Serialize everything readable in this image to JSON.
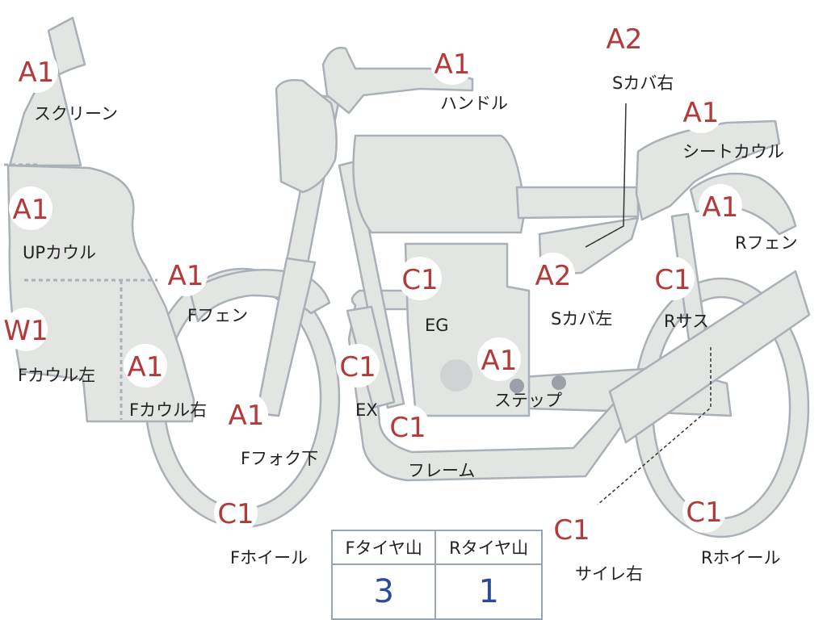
{
  "colors": {
    "part_fill": "#e3e5e3",
    "part_stroke": "#a9b0b8",
    "grade_text": "#b23a3a",
    "value_text": "#2b4a9a"
  },
  "parts": {
    "screen": {
      "grade": "A1",
      "label": "スクリーン"
    },
    "up_cowl": {
      "grade": "A1",
      "label": "UPカウル"
    },
    "f_cowl_left": {
      "grade": "W1",
      "label": "Fカウル左"
    },
    "f_cowl_right": {
      "grade": "A1",
      "label": "Fカウル右"
    },
    "f_fender": {
      "grade": "A1",
      "label": "Fフェン"
    },
    "f_fork_lower": {
      "grade": "A1",
      "label": "Fフォク下"
    },
    "f_wheel": {
      "grade": "C1",
      "label": "Fホイール"
    },
    "handle": {
      "grade": "A1",
      "label": "ハンドル"
    },
    "engine": {
      "grade": "C1",
      "label": "EG"
    },
    "exhaust": {
      "grade": "C1",
      "label": "EX"
    },
    "frame": {
      "grade": "C1",
      "label": "フレーム"
    },
    "step": {
      "grade": "A1",
      "label": "ステップ"
    },
    "side_cover_l": {
      "grade": "A2",
      "label": "Sカバ左"
    },
    "side_cover_r": {
      "grade": "A2",
      "label": "Sカバ右"
    },
    "seat_cowl": {
      "grade": "A1",
      "label": "シートカウル"
    },
    "r_fender": {
      "grade": "A1",
      "label": "Rフェン"
    },
    "r_suspension": {
      "grade": "C1",
      "label": "Rサス"
    },
    "silencer_r": {
      "grade": "C1",
      "label": "サイレ右"
    },
    "r_wheel": {
      "grade": "C1",
      "label": "Rホイール"
    }
  },
  "tire_table": {
    "headers": [
      "Fタイヤ山",
      "Rタイヤ山"
    ],
    "values": [
      "3",
      "1"
    ]
  }
}
